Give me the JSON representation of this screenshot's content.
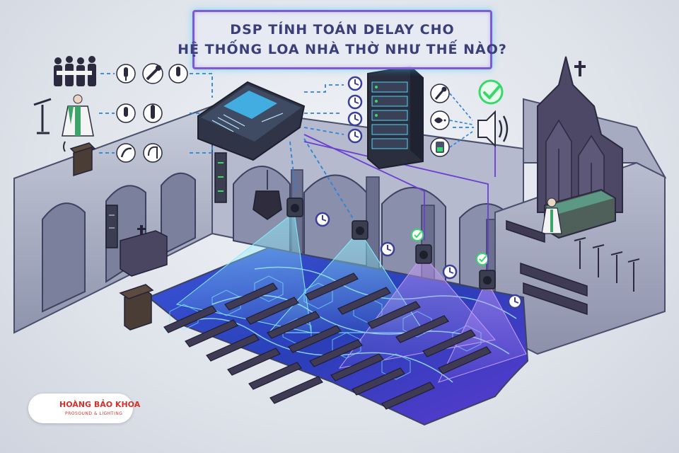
{
  "title": {
    "line1": "DSP TÍNH TOÁN DELAY CHO",
    "line2": "HỆ THỐNG LOA NHÀ THỜ NHƯ THẾ NÀO?"
  },
  "logo": {
    "name": "HOÀNG BẢO KHOA",
    "tagline": "PROSOUND & LIGHTING"
  },
  "colors": {
    "accent_cyan": "#3fd8ff",
    "accent_purple": "#8a5cf0",
    "check_green": "#36d96a",
    "brand_red": "#d6302a",
    "dark_stone": "#3d4260"
  },
  "icons": [
    "choir-icon",
    "microphone-icon",
    "podium-icon",
    "priest-icon",
    "lectern-icon",
    "mixer-console-icon",
    "dsp-rack-icon",
    "clock-icon",
    "speaker-icon",
    "checkmark-icon",
    "cross-icon",
    "logo-dragon-icon"
  ]
}
